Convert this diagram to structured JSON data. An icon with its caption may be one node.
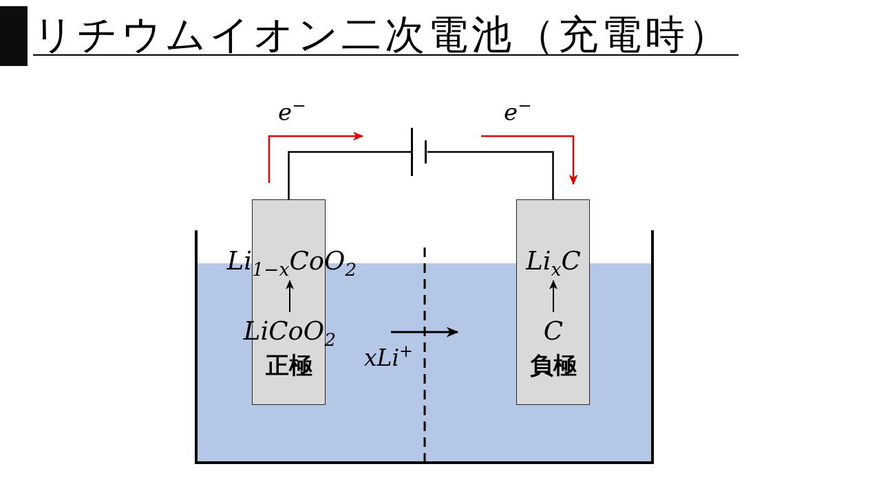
{
  "diagram": {
    "title": "リチウムイオン二次電池（充電時）",
    "nodes": [
      {
        "text": [],
        "shape": "battery"
      },
      {
        "text": [
          "正極"
        ]
      },
      {
        "text": [
          "Li$_{1−x}$CoO$_{2}$"
        ],
        "in": 1
      },
      {
        "text": [
          "LiCoO$_{2}$"
        ],
        "in": 1
      },
      {
        "text": [
          "負極"
        ]
      },
      {
        "text": [
          "Li$_{x}$C"
        ],
        "in": 4
      },
      {
        "text": [
          "C"
        ],
        "in": 4
      }
    ],
    "edges": [
      {
        "from": 1,
        "to": 0,
        "arrow": "none"
      },
      {
        "from": 0,
        "to": 4,
        "arrow": "none"
      },
      {
        "from": 3,
        "to": 2,
        "arrow": "to"
      },
      {
        "from": 6,
        "to": 5,
        "arrow": "to"
      }
    ],
    "labels": [
      "e$^{−}$",
      "e$^{−}$",
      "xLi$^{+}$"
    ]
  }
}
